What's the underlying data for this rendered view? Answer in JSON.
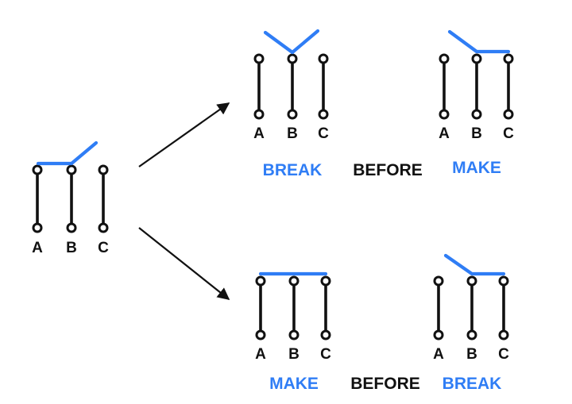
{
  "colors": {
    "blade": "#2f7df5",
    "caption_highlight": "#2f7df5",
    "caption_plain": "#111111",
    "lines": "#111111"
  },
  "terminals": [
    "A",
    "B",
    "C"
  ],
  "captions": {
    "top": {
      "first": "BREAK",
      "middle": "BEFORE",
      "last": "MAKE"
    },
    "bottom": {
      "first": "MAKE",
      "middle": "BEFORE",
      "last": "BREAK"
    }
  }
}
